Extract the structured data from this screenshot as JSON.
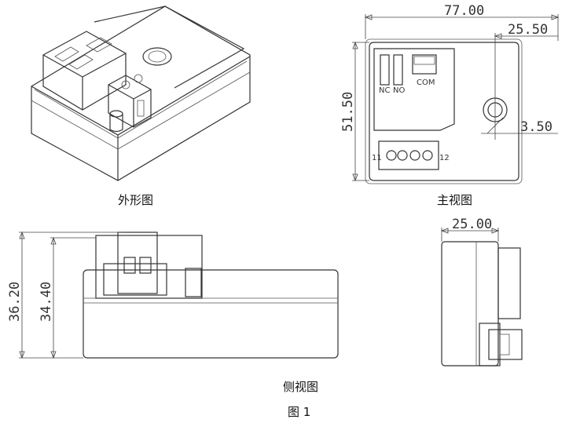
{
  "captions": {
    "iso": "外形图",
    "front": "主视图",
    "side": "侧视图",
    "figure": "图 1"
  },
  "dimensions": {
    "width_total": "77.00",
    "hole_offset": "25.50",
    "height_front": "51.50",
    "hole_diameter": "3.50",
    "depth": "25.00",
    "height_overall": "36.20",
    "height_body": "34.40"
  },
  "front_labels": {
    "no": "NO",
    "nc": "NC",
    "com": "COM",
    "terminal_left": "11",
    "terminal_right": "12"
  }
}
